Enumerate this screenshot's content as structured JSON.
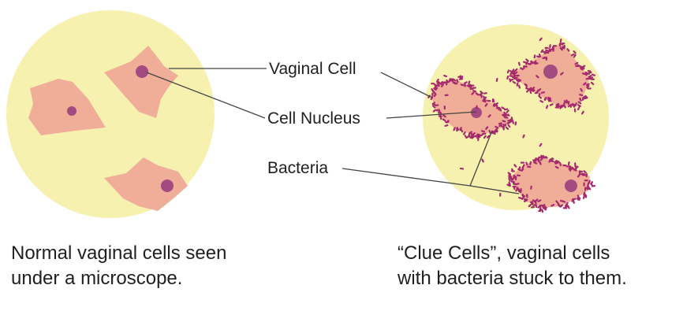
{
  "colors": {
    "field": "#f7f1b0",
    "cell": "#f0ad98",
    "nucleus": "#a34a80",
    "bacteria": "#a52a6c",
    "leader": "#444444",
    "text": "#1f1f1f"
  },
  "labels": {
    "vaginal_cell": "Vaginal Cell",
    "cell_nucleus": "Cell Nucleus",
    "bacteria": "Bacteria"
  },
  "captions": {
    "left_line1": "Normal vaginal cells seen",
    "left_line2": "under a microscope.",
    "right_line1": "“Clue Cells”, vaginal cells",
    "right_line2": "with bacteria stuck to them."
  }
}
